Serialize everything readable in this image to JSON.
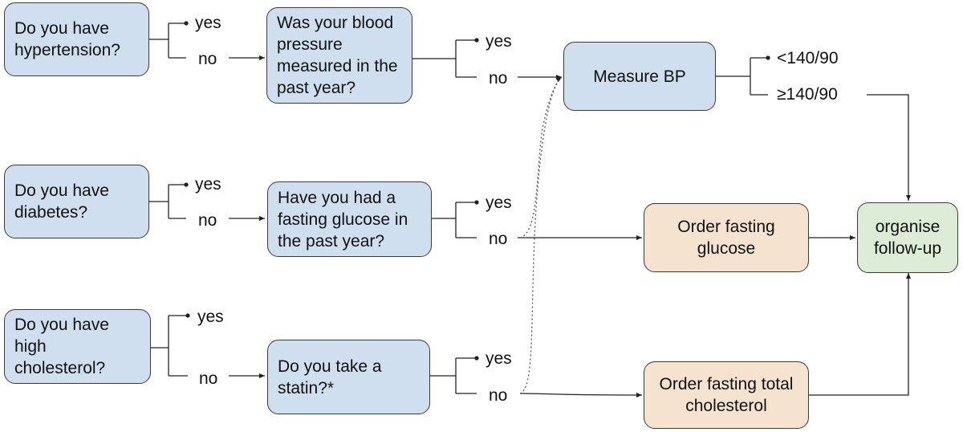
{
  "boxes": {
    "q_hypertension": "Do you have hypertension?",
    "q_bp_measured": "Was your blood pressure measured in the past year?",
    "measure_bp": "Measure BP",
    "q_diabetes": "Do you have diabetes?",
    "q_glucose": "Have you had a fasting glucose in the past year?",
    "order_glucose": "Order fasting glucose",
    "organise": "organise follow-up",
    "q_cholesterol": "Do you have high cholesterol?",
    "q_statin": "Do you take a statin?*",
    "order_cholesterol": "Order fasting total cholesterol"
  },
  "labels": {
    "yes": "yes",
    "no": "no",
    "bp_low": "<140/90",
    "bp_high": "≥140/90"
  },
  "colors": {
    "question": "#cfdff0",
    "order": "#f6e3cf",
    "outcome": "#dcecd6"
  }
}
